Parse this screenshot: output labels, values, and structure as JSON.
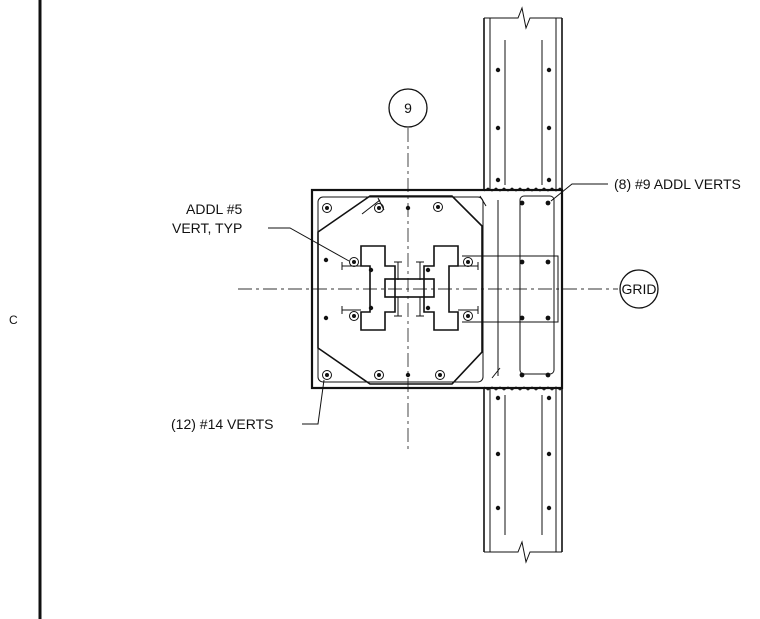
{
  "labels": {
    "addl_vert_line1": "ADDL #5",
    "addl_vert_line2": "VERT, TYP",
    "addl_verts_9": "(8) #9 ADDL VERTS",
    "verts_14": "(12) #14 VERTS",
    "grid_bubble": "9",
    "grid_tag": "GRID",
    "side_label": "C"
  }
}
